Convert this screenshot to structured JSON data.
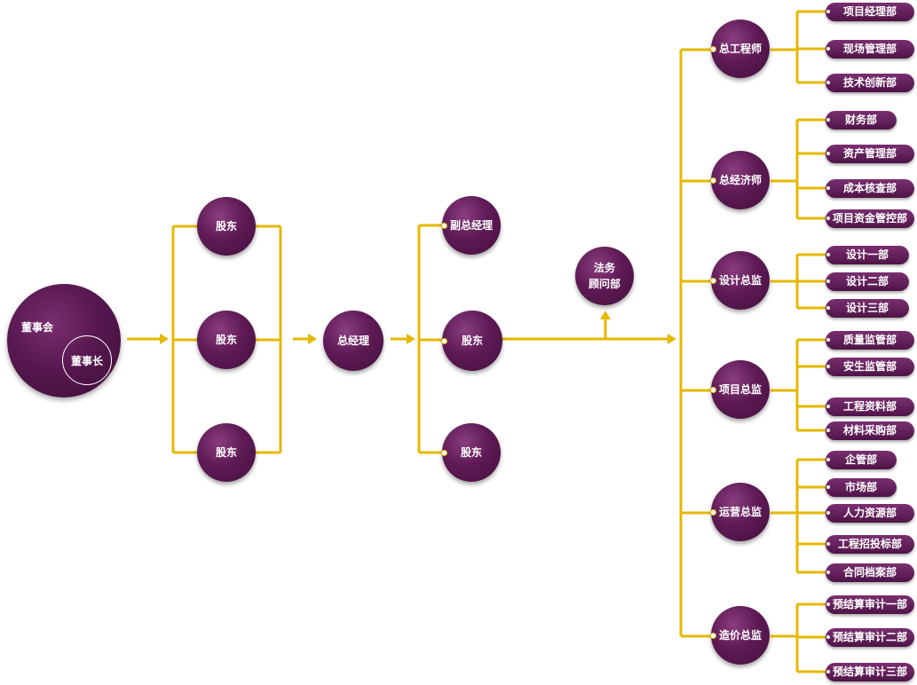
{
  "colors": {
    "connector": "#e6b800",
    "node": "#5e1a55",
    "text": "#ffffff"
  },
  "board": {
    "label": "董事会",
    "chair": "董事长"
  },
  "shareholders": [
    "股东",
    "股东",
    "股东"
  ],
  "general_manager": "总经理",
  "gm_level": {
    "deputy": "副总经理",
    "shareholder_a": "股东",
    "shareholder_b": "股东"
  },
  "legal": "法务\n顾问部",
  "directors": [
    {
      "title": "总工程师",
      "departments": [
        "项目经理部",
        "现场管理部",
        "技术创新部"
      ]
    },
    {
      "title": "总经济师",
      "departments": [
        "财务部",
        "资产管理部",
        "成本核查部",
        "项目资金管控部"
      ]
    },
    {
      "title": "设计总监",
      "departments": [
        "设计一部",
        "设计二部",
        "设计三部"
      ]
    },
    {
      "title": "项目总监",
      "departments": [
        "质量监管部",
        "安生监管部",
        "工程资料部",
        "材料采购部"
      ]
    },
    {
      "title": "运营总监",
      "departments": [
        "企管部",
        "市场部",
        "人力资源部",
        "工程招投标部",
        "合同档案部"
      ]
    },
    {
      "title": "造价总监",
      "departments": [
        "预结算审计一部",
        "预结算审计二部",
        "预结算审计三部"
      ]
    }
  ]
}
